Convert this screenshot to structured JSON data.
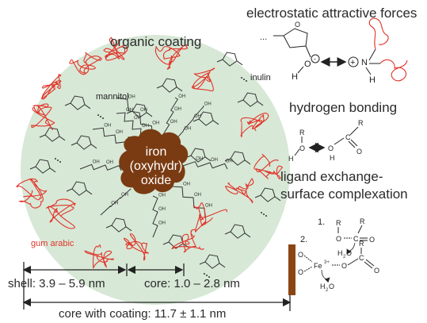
{
  "labels": {
    "organic_coating": "organic coating",
    "mannitol": "mannitol",
    "inulin": "inulin",
    "gum_arabic": "gum arabic",
    "core_line1": "iron",
    "core_line2": "(oxyhydr)",
    "core_line3": "oxide"
  },
  "interactions": {
    "electrostatic": "electrostatic attractive forces",
    "hydrogen": "hydrogen bonding",
    "ligand_line1": "ligand exchange-",
    "ligand_line2": "surface complexation",
    "step1": "1.",
    "step2": "2."
  },
  "chem": {
    "O": "O",
    "H": "H",
    "N": "N",
    "R": "R",
    "C": "C",
    "minus": "-",
    "plus": "+",
    "dots": "...",
    "fe": "Fe",
    "fe_charge": "3+",
    "oh": "OH",
    "h2o_h": "H",
    "h2o_sub": "2",
    "h2o_o": "O"
  },
  "dimensions": {
    "shell": "shell: 3.9 – 5.9 nm",
    "core": "core: 1.0 – 2.8 nm",
    "total": "core with coating: 11.7 ± 1.1 nm"
  },
  "colors": {
    "coating": "#d7e8d6",
    "core": "#7a3b12",
    "polymer": "#e2342a",
    "surface": "#8b4513"
  }
}
